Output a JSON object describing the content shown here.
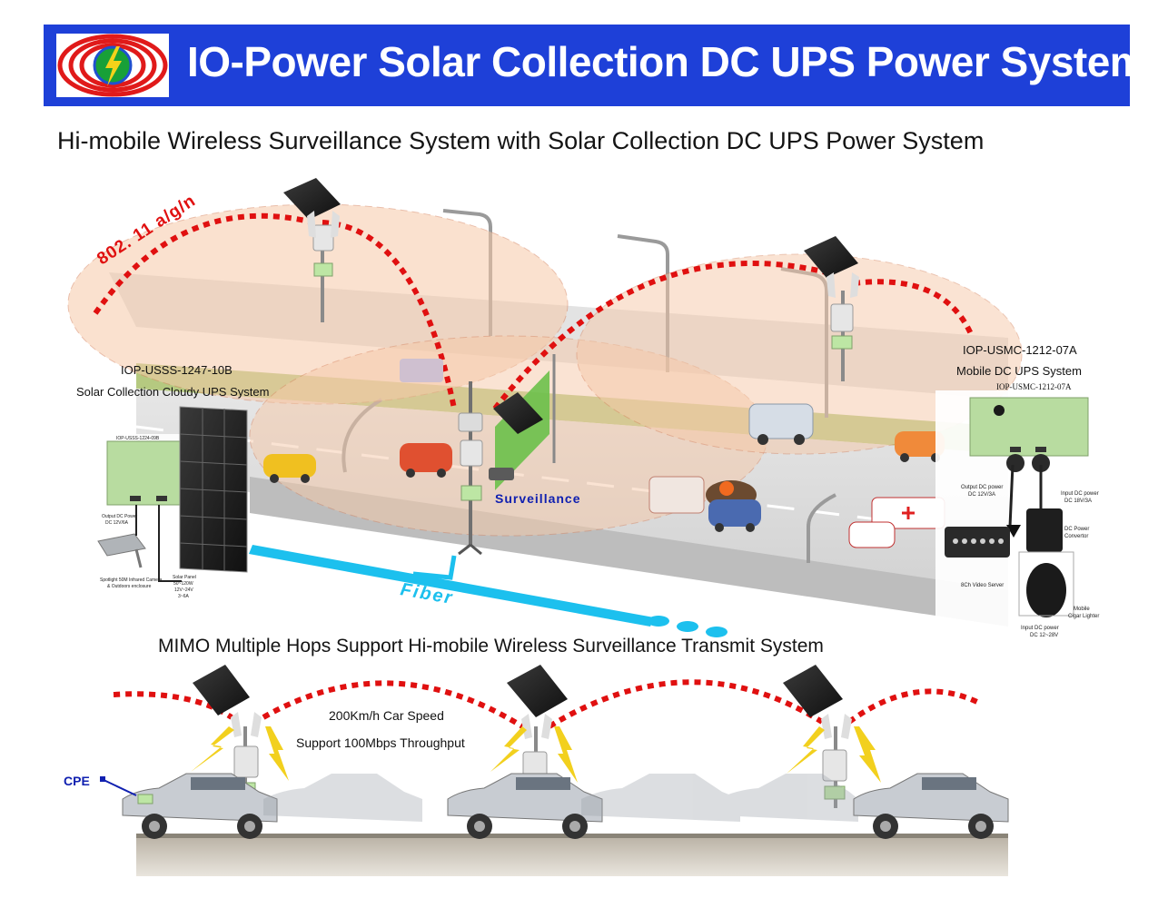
{
  "header": {
    "title": "IO-Power Solar Collection DC UPS Power System",
    "colors": {
      "banner": "#1e40d8",
      "title_text": "#ffffff"
    }
  },
  "subtitle": "Hi-mobile Wireless Surveillance System with Solar Collection DC UPS Power System",
  "top_diagram": {
    "wifi_label": "802. 11 a/g/n",
    "left_system": {
      "model": "IOP-USSS-1247-10B",
      "name": "Solar Collection Cloudy  UPS System",
      "device_label": "IOP-USSS-1224-09B",
      "output_label_1": "Output DC Power",
      "output_label_2": "DC 12V/6A",
      "camera_label_1": "Spotlight 50M Infrared Camera",
      "camera_label_2": "& Outdoors enclosure",
      "panel_label_1": "Solar Panel",
      "panel_label_2": "50~120W",
      "panel_label_3": "12V~24V",
      "panel_label_4": "3~6A"
    },
    "right_system": {
      "model": "IOP-USMC-1212-07A",
      "name": "Mobile DC UPS System",
      "device_label": "IOP-USMC-1212-07A",
      "output_label_1": "Output DC power",
      "output_label_2": "DC 12V/3A",
      "input_label_1": "Input DC power",
      "input_label_2": "DC 18V/3A",
      "convertor_label_1": "DC Power",
      "convertor_label_2": "Convertor",
      "video_server_label": "8Ch Video Server",
      "lighter_label_1": "Mobile",
      "lighter_label_2": "Cigar Lighter",
      "input2_label_1": "Input DC power",
      "input2_label_2": "DC 12~28V"
    },
    "surveillance_label": "Surveillance",
    "fiber_label": "Fiber",
    "colors": {
      "wifi_arc": "#e01010",
      "coverage": "#f6c9a8",
      "fiber": "#1cc0ee",
      "surveillance_text": "#1020b0"
    }
  },
  "bottom_diagram": {
    "title": "MIMO Multiple Hops Support Hi-mobile Wireless Surveillance Transmit System",
    "speed_label": "200Km/h Car Speed",
    "throughput_label": "Support 100Mbps Throughput",
    "cpe_label": "CPE",
    "colors": {
      "arc": "#e01010",
      "lightning": "#f2d01e",
      "cpe_text": "#1020b0"
    }
  }
}
